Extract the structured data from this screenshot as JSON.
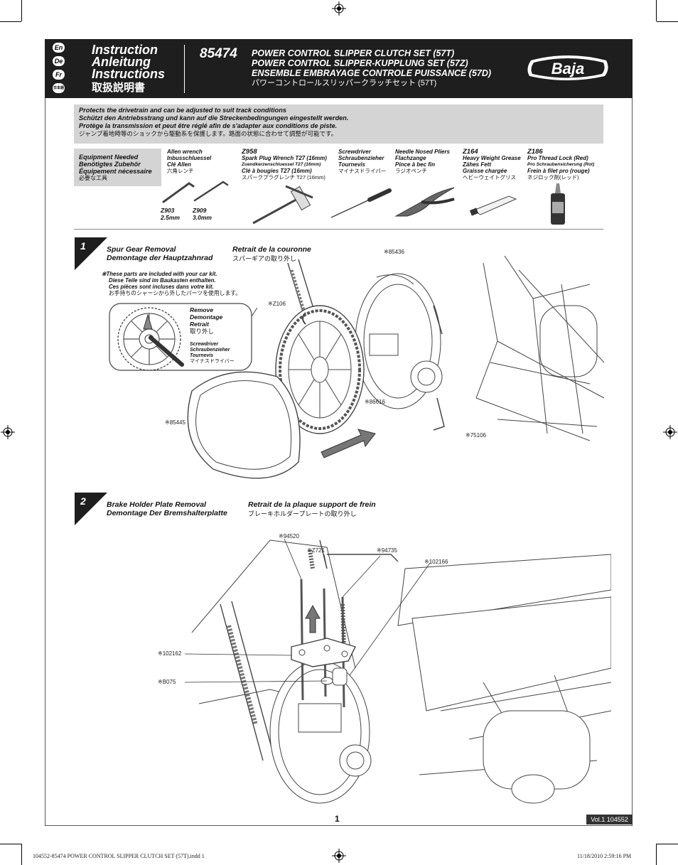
{
  "header": {
    "lang_badges": [
      "En",
      "De",
      "Fr",
      "日本語"
    ],
    "title_lines": [
      "Instruction",
      "Anleitung",
      "Instructions",
      "取扱説明書"
    ],
    "part_number": "85474",
    "product_titles": [
      "POWER CONTROL SLIPPER CLUTCH SET (57T)",
      "POWER CONTROL SLIPPER-KUPPLUNG SET (57Z)",
      "ENSEMBLE EMBRAYAGE CONTROLE PUISSANCE (57D)",
      "パワーコントロールスリッパークラッチセット (57T)"
    ],
    "logo_text": "Baja"
  },
  "intro": [
    "Protects the drivetrain and can be adjusted to suit track conditions",
    "Schützt den Antriebsstrang und kann auf die Streckenbedingungen eingestellt werden.",
    "Protège la transmission et peut être réglé afin de s'adapter aux conditions de piste.",
    "ジャンプ着地時等のショックから駆動系を保護します。路面の状態に合わせて調整が可能です。"
  ],
  "equipment": {
    "heading": [
      "Equipment Needed",
      "Benötigtes Zubehör",
      "Équipement nécessaire",
      "必要な工具"
    ],
    "tools": [
      {
        "code": "",
        "lines": [
          "Allen wrench",
          "Inbusschluessel",
          "Clé Allen",
          "六角レンチ"
        ],
        "sizes": [
          "Z903",
          "2.5mm",
          "Z909",
          "3.0mm"
        ]
      },
      {
        "code": "Z958",
        "lines": [
          "Spark Plug Wrench T27 (16mm)",
          "Zuendkerzenschluessel T27 (16mm)",
          "Clé à bougies T27 (16mm)",
          "スパークプラグレンチ T27 (16mm)"
        ]
      },
      {
        "code": "",
        "lines": [
          "Screwdriver",
          "Schraubenzieher",
          "Tournevis",
          "マイナスドライバー"
        ]
      },
      {
        "code": "",
        "lines": [
          "Needle Nosed Pliers",
          "Flachzange",
          "Pince à bec fin",
          "ラジオペンチ"
        ]
      },
      {
        "code": "Z164",
        "lines": [
          "Heavy Weight Grease",
          "Zähes Fett",
          "Graisse chargée",
          "ヘビーウェイトグリス"
        ]
      },
      {
        "code": "Z186",
        "lines": [
          "Pro Thread Lock (Red)",
          "Pro Schraubensicherung (Rot)",
          "Frein à filet pro (rouge)",
          "ネジロック剤(レッド)"
        ]
      }
    ]
  },
  "step1": {
    "number": "1",
    "title_en": "Spur Gear Removal",
    "title_de": "Demontage der Hauptzahnrad",
    "title_fr": "Retrait de la couronne",
    "title_jp": "スパーギアの取り外し",
    "note": [
      "※These parts are included with your car kit.",
      "Diese Teile sind im Baukasten enthalten.",
      "Ces pièces sont incluses dans votre kit.",
      "お手持ちのシャーシから外したパーツを使用します。"
    ],
    "inset_action": [
      "Remove",
      "Demontage",
      "Retrait",
      "取り外し"
    ],
    "inset_tool": [
      "Screwdriver",
      "Schraubenzieher",
      "Tournevis",
      "マイナスドライバー"
    ],
    "parts": [
      "※85436",
      "※Z106",
      "※86616",
      "※85445",
      "※75106"
    ]
  },
  "step2": {
    "number": "2",
    "title_en": "Brake Holder Plate Removal",
    "title_de": "Demontage Der Bremshalterplatte",
    "title_fr": "Retrait de la plaque support de frein",
    "title_jp": "ブレーキホルダープレートの取り外し",
    "parts": [
      "※94520",
      "※Z721",
      "※94735",
      "※102166",
      "※102162",
      "※B075"
    ]
  },
  "page_number": "1",
  "version": "Vol.1 104552",
  "footer": {
    "left": "104552-85474  POWER CONTROL SLIPPER CLUTCH SET (57T).indd   1",
    "right": "11/18/2010   2:59:16 PM"
  }
}
